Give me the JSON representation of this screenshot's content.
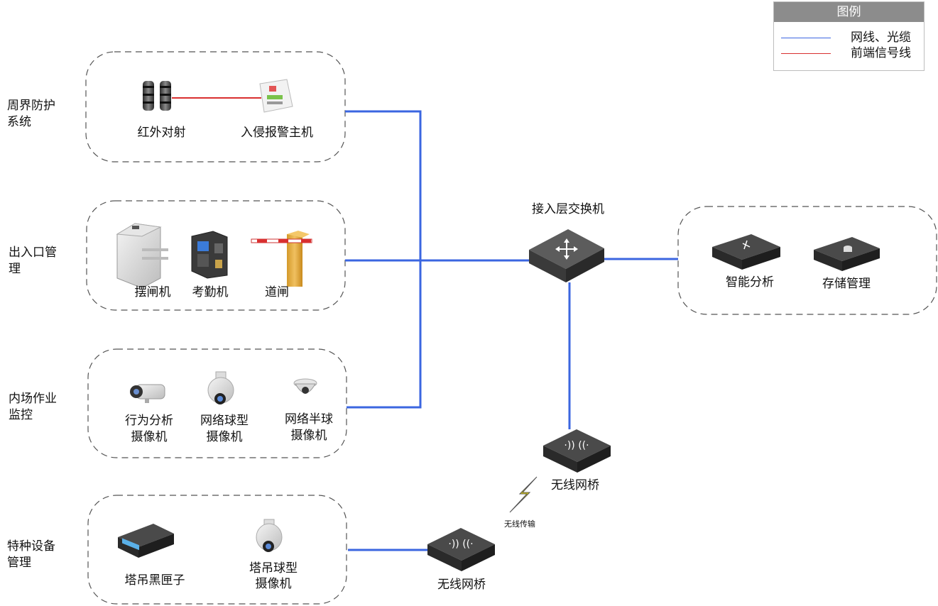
{
  "legend": {
    "title": "图例",
    "items": [
      {
        "label": "网线、光缆",
        "color": "#3b66e0"
      },
      {
        "label": "前端信号线",
        "color": "#d93030"
      }
    ]
  },
  "groups": {
    "perimeter": "周界防护系统",
    "access": "出入口管理",
    "monitoring": "内场作业监控",
    "special": "特种设备管理"
  },
  "devices": {
    "ir_beam": "红外对射",
    "alarm_host": "入侵报警主机",
    "turnstile": "摆闸机",
    "attendance": "考勤机",
    "barrier": "道闸",
    "behavior_cam": [
      "行为分析",
      "摄像机"
    ],
    "dome_cam": [
      "网络球型",
      "摄像机"
    ],
    "half_dome_cam": [
      "网络半球",
      "摄像机"
    ],
    "blackbox": "塔吊黑匣子",
    "crane_cam": [
      "塔吊球型",
      "摄像机"
    ],
    "switch": "接入层交换机",
    "analytics": "智能分析",
    "storage": "存储管理",
    "bridge_top": "无线网桥",
    "bridge_bottom": "无线网桥",
    "wireless_link": "无线传输"
  },
  "colors": {
    "network_line": "#3b66e0",
    "signal_line": "#d93030",
    "dashed_border": "#555555"
  }
}
